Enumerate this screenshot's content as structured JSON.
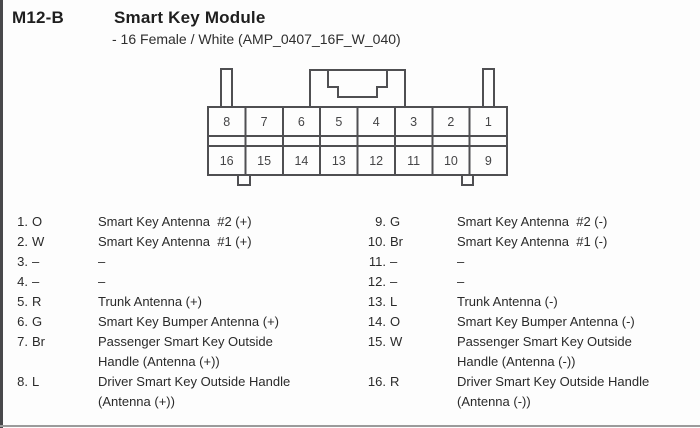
{
  "header": {
    "connector_id": "M12-B",
    "title": "Smart Key Module",
    "subtitle": "- 16 Female / White (AMP_0407_16F_W_040)"
  },
  "connector": {
    "line_color": "#4f4f52",
    "top_row": [
      "8",
      "7",
      "6",
      "5",
      "4",
      "3",
      "2",
      "1"
    ],
    "bottom_row": [
      "16",
      "15",
      "14",
      "13",
      "12",
      "11",
      "10",
      "9"
    ]
  },
  "pins_left": [
    {
      "num": "1.",
      "color": "O",
      "desc": "Smart Key Antenna  #2 (+)"
    },
    {
      "num": "2.",
      "color": "W",
      "desc": "Smart Key Antenna  #1 (+)"
    },
    {
      "num": "3.",
      "color": "–",
      "desc": "–"
    },
    {
      "num": "4.",
      "color": "–",
      "desc": "–"
    },
    {
      "num": "5.",
      "color": "R",
      "desc": "Trunk Antenna (+)"
    },
    {
      "num": "6.",
      "color": "G",
      "desc": "Smart Key Bumper Antenna (+)"
    },
    {
      "num": "7.",
      "color": "Br",
      "desc": "Passenger Smart Key Outside\nHandle (Antenna (+))"
    },
    {
      "num": "8.",
      "color": "L",
      "desc": "Driver Smart Key Outside Handle\n(Antenna (+))"
    }
  ],
  "pins_right": [
    {
      "num": "9.",
      "color": "G",
      "desc": "Smart Key Antenna  #2 (-)"
    },
    {
      "num": "10.",
      "color": "Br",
      "desc": "Smart Key Antenna  #1 (-)"
    },
    {
      "num": "11.",
      "color": "–",
      "desc": "–"
    },
    {
      "num": "12.",
      "color": "–",
      "desc": "–"
    },
    {
      "num": "13.",
      "color": "L",
      "desc": "Trunk Antenna (-)"
    },
    {
      "num": "14.",
      "color": "O",
      "desc": "Smart Key Bumper Antenna (-)"
    },
    {
      "num": "15.",
      "color": "W",
      "desc": "Passenger Smart Key Outside\nHandle (Antenna (-))"
    },
    {
      "num": "16.",
      "color": "R",
      "desc": "Driver Smart Key Outside Handle\n(Antenna (-))"
    }
  ]
}
